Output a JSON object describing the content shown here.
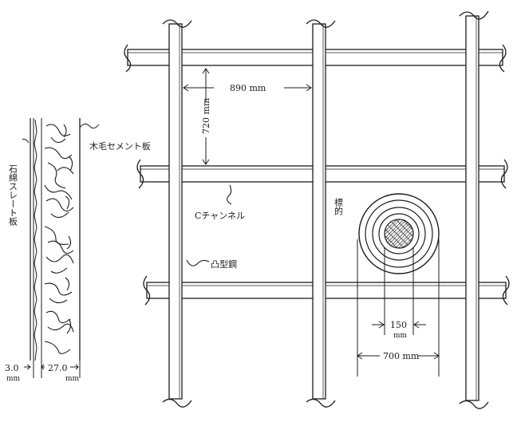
{
  "colors": {
    "ink": "#1c1c1c",
    "paper": "#ffffff"
  },
  "labels": {
    "board_outer": "木毛セメント板",
    "board_inner_v": "石綿スレート板",
    "c_channel": "Cチャンネル",
    "convex_steel": "凸型鋼",
    "target_v": "標的",
    "spacing_h": "890 mm",
    "spacing_v": "720 mm",
    "thick_1": "3.0",
    "thick_1_unit": "mm",
    "thick_2": "27.0",
    "thick_2_unit": "mm",
    "target_inner": "150",
    "target_inner_unit": "mm",
    "target_outer": "700 mm"
  }
}
